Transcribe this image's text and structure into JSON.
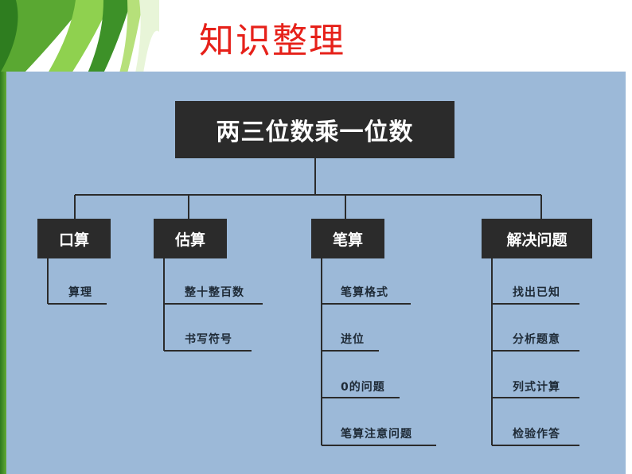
{
  "title": "知识整理",
  "diagram": {
    "root": "两三位数乘一位数",
    "branches": [
      {
        "label": "口算",
        "items": [
          "算理"
        ]
      },
      {
        "label": "估算",
        "items": [
          "整十整百数",
          "书写符号"
        ]
      },
      {
        "label": "笔算",
        "items": [
          "笔算格式",
          "进位",
          "0的问题",
          "笔算注意问题"
        ]
      },
      {
        "label": "解决问题",
        "items": [
          "找出已知",
          "分析题意",
          "列式计算",
          "检验作答"
        ]
      }
    ]
  },
  "colors": {
    "title": "#e6211a",
    "panel": "#9cb9d8",
    "box": "#2b2b2b",
    "lines": "#2b2b2b"
  }
}
